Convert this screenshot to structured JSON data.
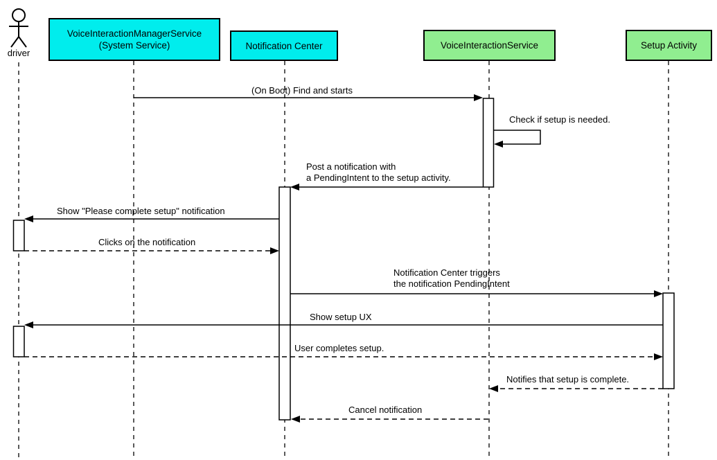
{
  "diagram": {
    "type": "uml-sequence",
    "colors": {
      "system_service_fill": "#00EDED",
      "app_fill": "#90EE90",
      "stroke": "#000000",
      "background": "#FFFFFF"
    },
    "actor": {
      "label": "driver"
    },
    "participants": [
      {
        "name": "VoiceInteractionManagerService (System Service)",
        "line1": "VoiceInteractionManagerService",
        "line2": "(System Service)",
        "fill": "#00EDED"
      },
      {
        "name": "Notification Center",
        "line1": "Notification Center",
        "fill": "#00EDED"
      },
      {
        "name": "VoiceInteractionService",
        "line1": "VoiceInteractionService",
        "fill": "#90EE90"
      },
      {
        "name": "Setup Activity",
        "line1": "Setup Activity",
        "fill": "#90EE90"
      }
    ],
    "messages": [
      {
        "from": "VoiceInteractionManagerService",
        "to": "VoiceInteractionService",
        "line_style": "solid",
        "label": "(On Boot) Find and starts"
      },
      {
        "from": "VoiceInteractionService",
        "to": "VoiceInteractionService",
        "line_style": "solid",
        "label": "Check if setup is needed."
      },
      {
        "from": "VoiceInteractionService",
        "to": "Notification Center",
        "line_style": "solid",
        "label_line1": "Post a notification with",
        "label_line2": "a PendingIntent to the setup activity."
      },
      {
        "from": "Notification Center",
        "to": "driver",
        "line_style": "solid",
        "label": "Show \"Please complete setup\" notification"
      },
      {
        "from": "driver",
        "to": "Notification Center",
        "line_style": "dashed",
        "label": "Clicks on the notification"
      },
      {
        "from": "Notification Center",
        "to": "Setup Activity",
        "line_style": "solid",
        "label_line1": "Notification Center triggers",
        "label_line2": "the notification PendingIntent"
      },
      {
        "from": "Setup Activity",
        "to": "driver",
        "line_style": "solid",
        "label": "Show setup UX"
      },
      {
        "from": "driver",
        "to": "Setup Activity",
        "line_style": "dashed",
        "label": "User completes setup."
      },
      {
        "from": "Setup Activity",
        "to": "VoiceInteractionService",
        "line_style": "dashed",
        "label": "Notifies that setup is complete."
      },
      {
        "from": "VoiceInteractionService",
        "to": "Notification Center",
        "line_style": "dashed",
        "label": "Cancel notification"
      }
    ]
  }
}
